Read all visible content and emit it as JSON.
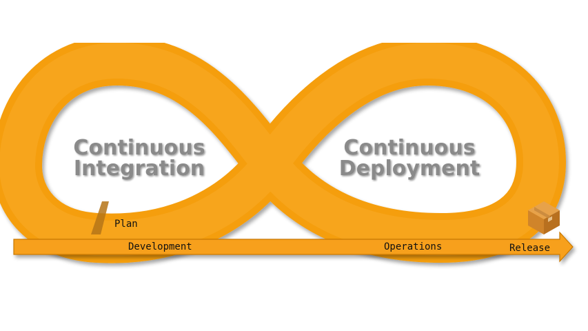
{
  "loops": {
    "left": {
      "line1": "Continuous",
      "line2": "Integration"
    },
    "right": {
      "line1": "Continuous",
      "line2": "Deployment"
    }
  },
  "stages": {
    "plan": "Plan",
    "development": "Development",
    "operations": "Operations",
    "release": "Release"
  },
  "icons": {
    "package": "package-box-icon"
  },
  "colors": {
    "loop": "#F59E0B",
    "loop_edge": "#E08A00",
    "arrow": "#F7A01A",
    "arrow_edge": "#C77700",
    "text": "#8A8A8A",
    "label": "#111111",
    "box": "#D98A2B"
  }
}
